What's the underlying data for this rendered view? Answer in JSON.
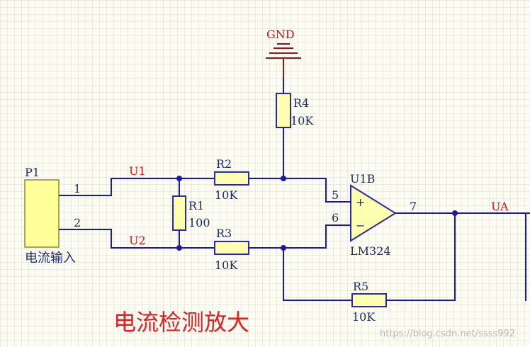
{
  "labels": {
    "gnd": "GND",
    "r4": "R4",
    "r4_value": "10K",
    "p1": "P1",
    "pin1": "1",
    "pin2": "2",
    "p1_desc": "电流输入",
    "u1": "U1",
    "u2": "U2",
    "r2": "R2",
    "r2_value": "10K",
    "r1": "R1",
    "r1_value": "100",
    "r3": "R3",
    "r3_value": "10K",
    "opamp": "U1B",
    "opamp_model": "LM324",
    "pin5": "5",
    "pin6": "6",
    "pin7": "7",
    "plus": "+",
    "minus": "−",
    "ua": "UA",
    "r5": "R5",
    "r5_value": "10K"
  },
  "title": "电流检测放大",
  "watermark": "https://blog.csdn.net/ssss992",
  "colors": {
    "wire": "#1a1aa8",
    "net_label": "#d01818",
    "gnd": "#8b1c1c",
    "connector_fill": "#ffff99",
    "component_fill": "#ffffb0"
  }
}
